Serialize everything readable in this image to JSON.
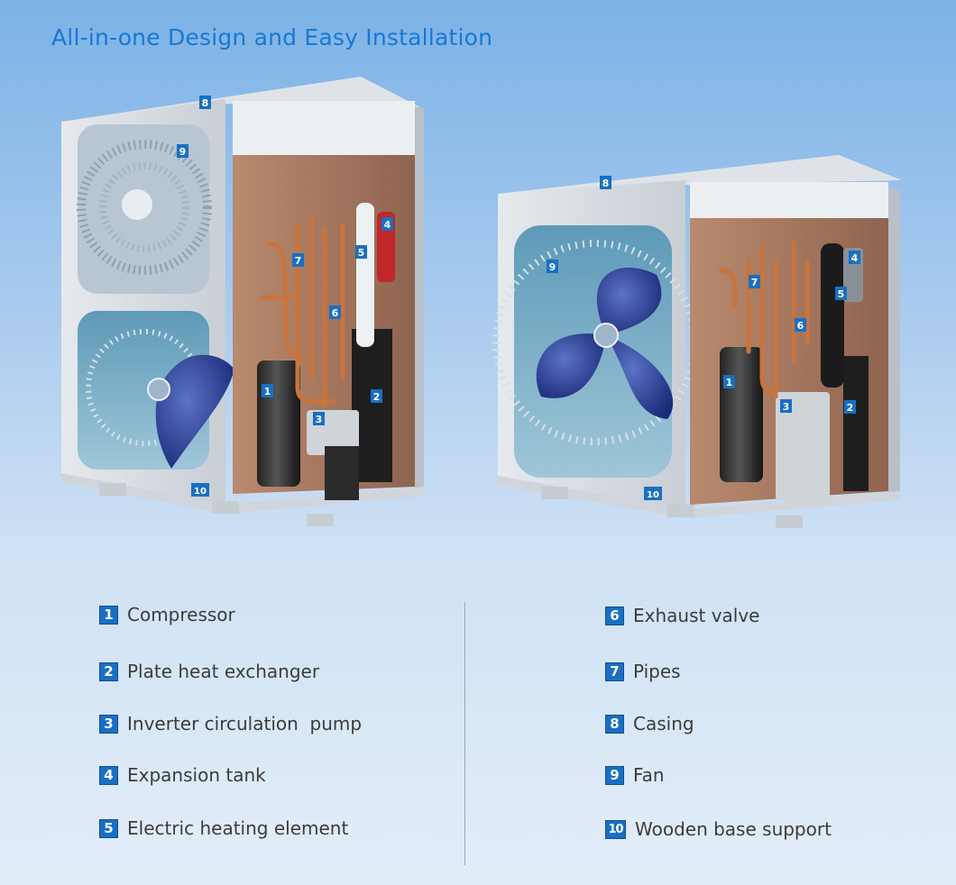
{
  "title": "All-in-one Design and Easy Installation",
  "colors": {
    "accent": "#1a78d4",
    "badge": "#1a6fc2",
    "copper": "#c8743f",
    "text": "#3c3c3c"
  },
  "left_unit_badges": [
    "1",
    "2",
    "3",
    "4",
    "5",
    "6",
    "7",
    "8",
    "9",
    "10"
  ],
  "right_unit_badges": [
    "1",
    "2",
    "3",
    "4",
    "5",
    "6",
    "7",
    "8",
    "9",
    "10"
  ],
  "legend": [
    {
      "num": "1",
      "label": "Compressor"
    },
    {
      "num": "2",
      "label": "Plate heat exchanger"
    },
    {
      "num": "3",
      "label": "Inverter circulation  pump"
    },
    {
      "num": "4",
      "label": "Expansion tank"
    },
    {
      "num": "5",
      "label": "Electric heating element"
    },
    {
      "num": "6",
      "label": "Exhaust valve"
    },
    {
      "num": "7",
      "label": "Pipes"
    },
    {
      "num": "8",
      "label": "Casing"
    },
    {
      "num": "9",
      "label": "Fan"
    },
    {
      "num": "10",
      "label": "Wooden base support"
    }
  ]
}
